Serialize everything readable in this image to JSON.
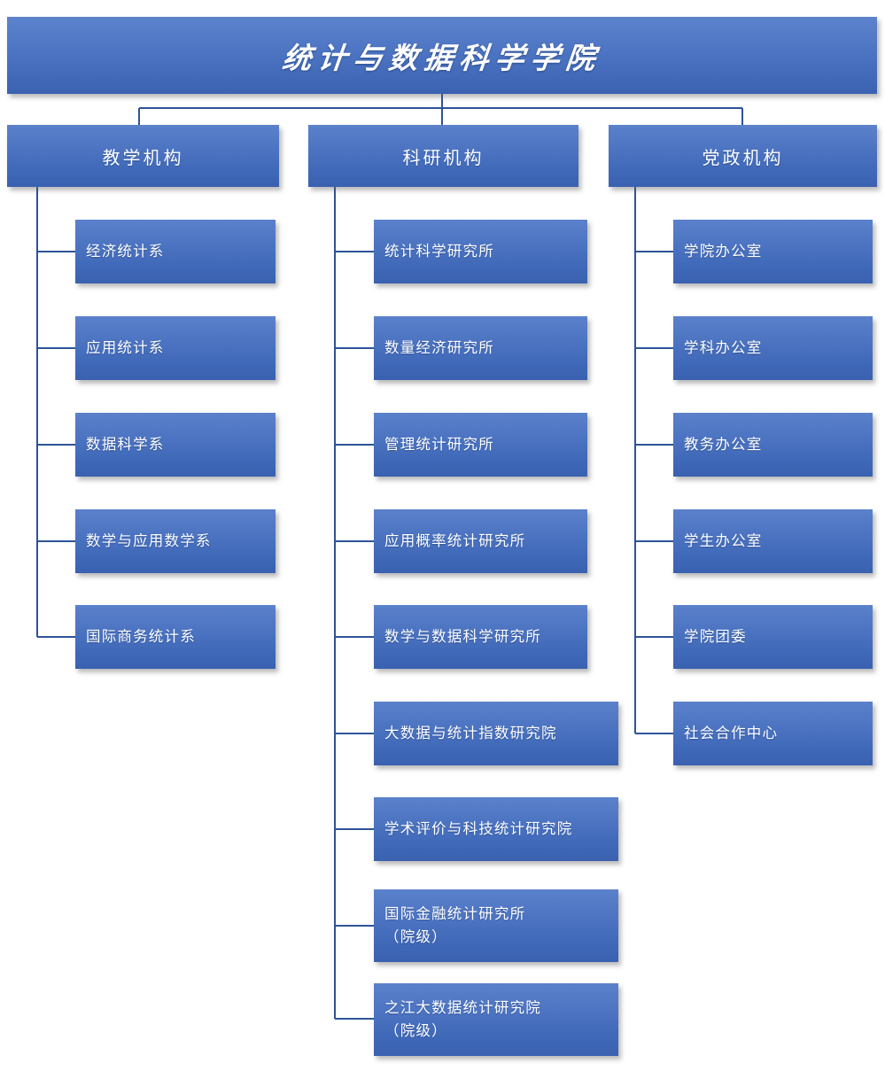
{
  "chart_data": {
    "type": "diagram",
    "diagram_type": "organization-chart",
    "title": "统计与数据科学学院",
    "orientation": "top-down-then-left-vertical",
    "levels": 3,
    "colors": {
      "box_fill_top": "#5b81cb",
      "box_fill_bottom": "#3a61b0",
      "box_text": "#ffffff",
      "connector_line": "#2e5398",
      "background": "#ffffff"
    },
    "nodes_total": 20
  },
  "root": {
    "label": "统计与数据科学学院"
  },
  "columns": [
    {
      "id": "teaching",
      "header": "教学机构",
      "children": [
        {
          "label": "经济统计系"
        },
        {
          "label": "应用统计系"
        },
        {
          "label": "数据科学系"
        },
        {
          "label": "数学与应用数学系"
        },
        {
          "label": "国际商务统计系"
        }
      ]
    },
    {
      "id": "research",
      "header": "科研机构",
      "children": [
        {
          "label": "统计科学研究所"
        },
        {
          "label": "数量经济研究所"
        },
        {
          "label": "管理统计研究所"
        },
        {
          "label": "应用概率统计研究所"
        },
        {
          "label": "数学与数据科学研究所"
        },
        {
          "label": "大数据与统计指数研究院"
        },
        {
          "label": "学术评价与科技统计研究院"
        },
        {
          "label": "国际金融统计研究所\n（院级）"
        },
        {
          "label": "之江大数据统计研究院\n（院级）"
        }
      ]
    },
    {
      "id": "administration",
      "header": "党政机构",
      "children": [
        {
          "label": "学院办公室"
        },
        {
          "label": "学科办公室"
        },
        {
          "label": "教务办公室"
        },
        {
          "label": "学生办公室"
        },
        {
          "label": "学院团委"
        },
        {
          "label": "社会合作中心"
        }
      ]
    }
  ]
}
